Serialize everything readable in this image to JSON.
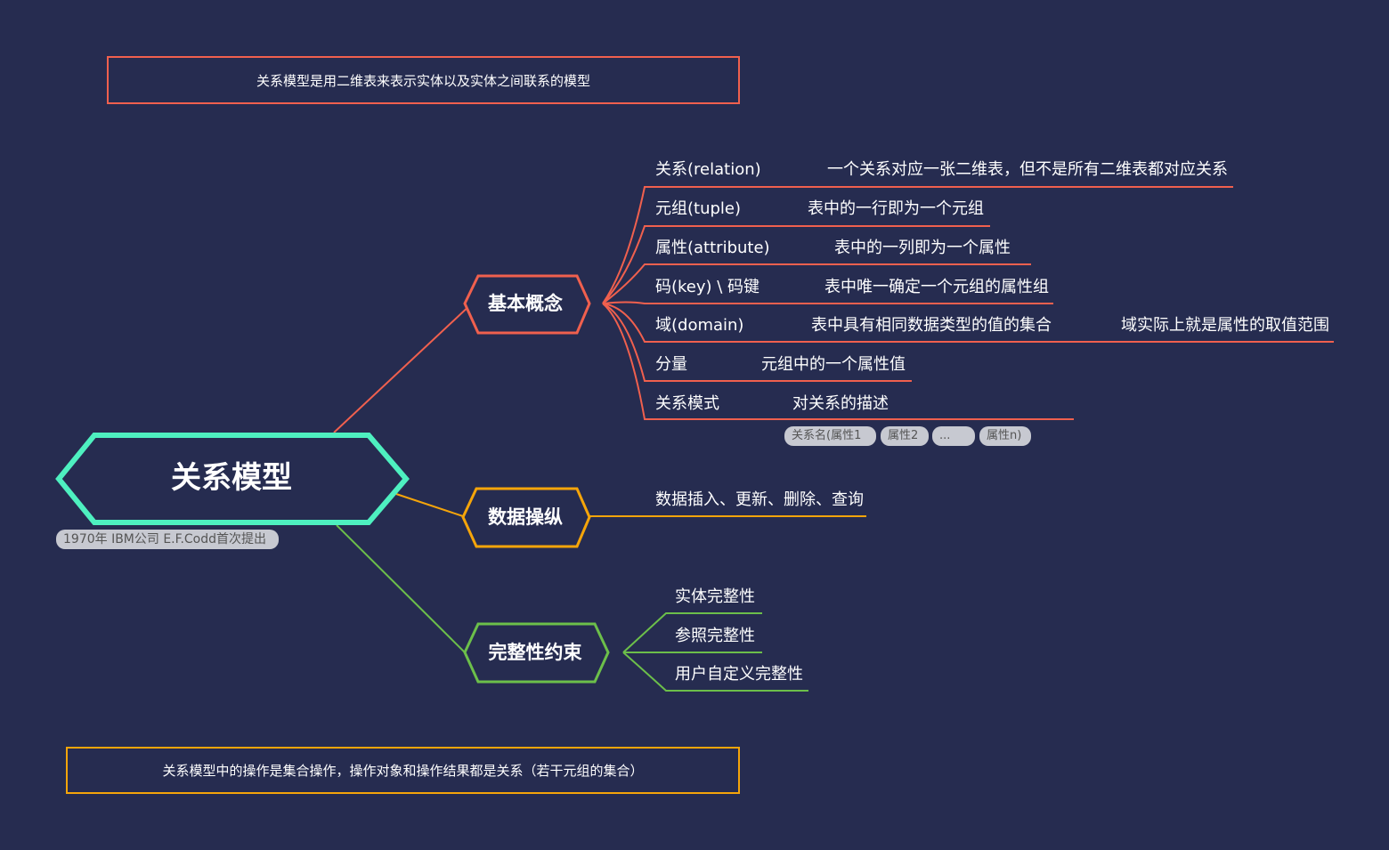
{
  "root": {
    "title": "关系模型",
    "tag": "1970年 IBM公司 E.F.Codd首次提出"
  },
  "notes": {
    "top": "关系模型是用二维表来表示实体以及实体之间联系的模型",
    "bottom": "关系模型中的操作是集合操作，操作对象和操作结果都是关系（若干元组的集合）"
  },
  "branches": {
    "basic": {
      "title": "基本概念",
      "color": "#f0604e",
      "items": [
        {
          "term": "关系(relation)",
          "desc": "一个关系对应一张二维表，但不是所有二维表都对应关系"
        },
        {
          "term": "元组(tuple)",
          "desc": "表中的一行即为一个元组"
        },
        {
          "term": "属性(attribute)",
          "desc": "表中的一列即为一个属性"
        },
        {
          "term": "码(key) \\ 码键",
          "desc": "表中唯一确定一个元组的属性组"
        },
        {
          "term": "域(domain)",
          "desc": "表中具有相同数据类型的值的集合",
          "extra": "域实际上就是属性的取值范围"
        },
        {
          "term": "分量",
          "desc": "元组中的一个属性值"
        },
        {
          "term": "关系模式",
          "desc": "对关系的描述"
        }
      ],
      "schema_tags": [
        "关系名(属性1",
        "属性2",
        "...",
        "属性n)"
      ]
    },
    "ops": {
      "title": "数据操纵",
      "color": "#f5a50a",
      "items": [
        {
          "term": "数据插入、更新、删除、查询"
        }
      ]
    },
    "integrity": {
      "title": "完整性约束",
      "color": "#6cbf4a",
      "items": [
        {
          "term": "实体完整性"
        },
        {
          "term": "参照完整性"
        },
        {
          "term": "用户自定义完整性"
        }
      ]
    }
  },
  "colors": {
    "background": "#262c50",
    "root": "#4ef0c0"
  }
}
